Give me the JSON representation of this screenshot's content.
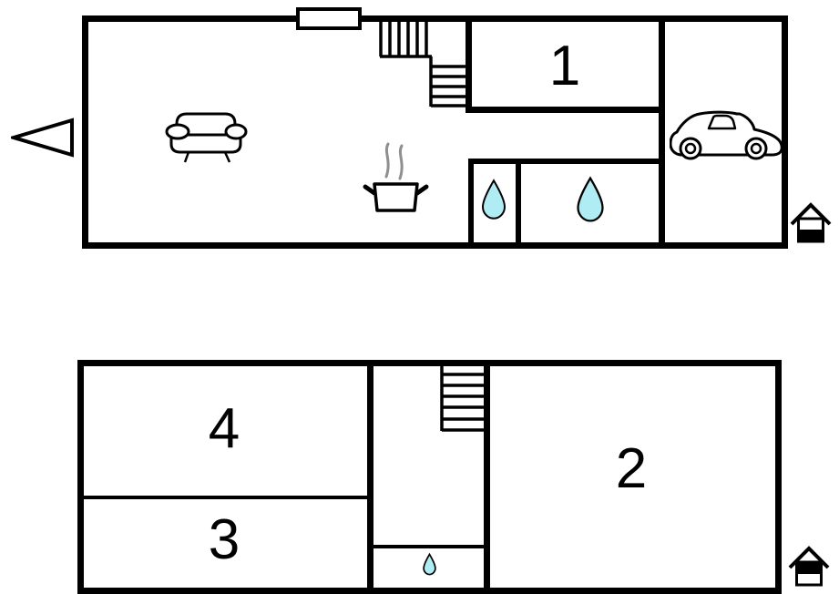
{
  "colors": {
    "line": "#000000",
    "water_drop": "#b0ecf4",
    "steam": "#8f8f8f",
    "background": "#ffffff"
  },
  "ground_floor": {
    "room_1_label": "1",
    "icons": {
      "entrance": "entrance-arrow-icon",
      "living_area": "sofa-icon",
      "kitchen": "cooking-pot-icon",
      "garage": "car-icon",
      "bathroom": "water-drop-icon",
      "stairs": "staircase-icon",
      "window": "window-marker",
      "level_indicator": "house-level-ground-icon"
    }
  },
  "upper_floor": {
    "room_2_label": "2",
    "room_3_label": "3",
    "room_4_label": "4",
    "icons": {
      "bathroom": "water-drop-icon",
      "stairs": "staircase-icon",
      "level_indicator": "house-level-upper-icon"
    }
  }
}
